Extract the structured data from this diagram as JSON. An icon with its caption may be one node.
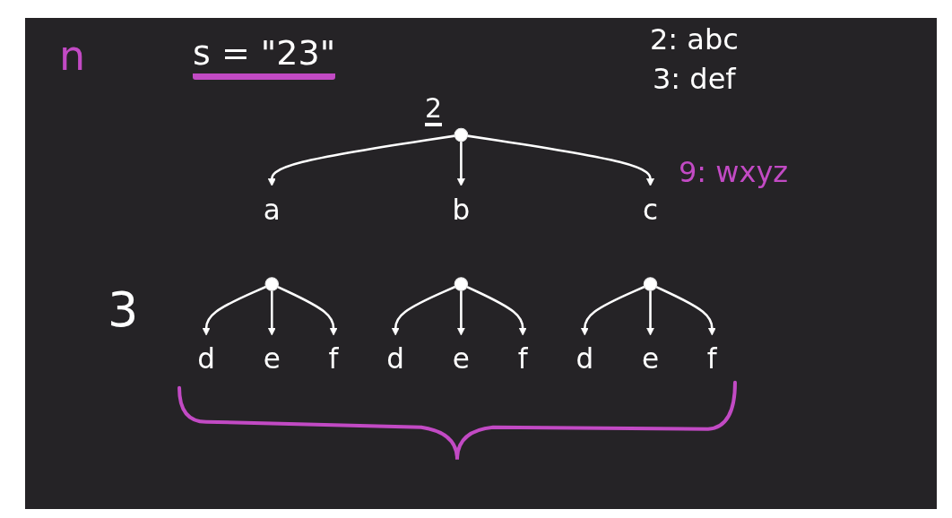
{
  "diagram": {
    "nodes": [
      {
        "text": [],
        "shape": "circle",
        "beside": [
          "2"
        ]
      },
      {
        "text": [
          "a"
        ]
      },
      {
        "text": [
          "b"
        ]
      },
      {
        "text": [
          "c"
        ]
      },
      {
        "text": [],
        "shape": "circle"
      },
      {
        "text": [],
        "shape": "circle"
      },
      {
        "text": [],
        "shape": "circle"
      },
      {
        "text": [
          "d"
        ]
      },
      {
        "text": [
          "e"
        ]
      },
      {
        "text": [
          "f"
        ]
      },
      {
        "text": [
          "d"
        ]
      },
      {
        "text": [
          "e"
        ]
      },
      {
        "text": [
          "f"
        ]
      },
      {
        "text": [
          "d"
        ]
      },
      {
        "text": [
          "e"
        ]
      },
      {
        "text": [
          "f"
        ]
      }
    ],
    "edges": [
      {
        "from": 0,
        "to": 1,
        "arrow": "to"
      },
      {
        "from": 0,
        "to": 2,
        "arrow": "to"
      },
      {
        "from": 0,
        "to": 3,
        "arrow": "to"
      },
      {
        "from": 4,
        "to": 7,
        "arrow": "to"
      },
      {
        "from": 4,
        "to": 8,
        "arrow": "to"
      },
      {
        "from": 4,
        "to": 9,
        "arrow": "to"
      },
      {
        "from": 5,
        "to": 10,
        "arrow": "to"
      },
      {
        "from": 5,
        "to": 11,
        "arrow": "to"
      },
      {
        "from": 5,
        "to": 12,
        "arrow": "to"
      },
      {
        "from": 6,
        "to": 13,
        "arrow": "to"
      },
      {
        "from": 6,
        "to": 14,
        "arrow": "to"
      },
      {
        "from": 6,
        "to": 15,
        "arrow": "to"
      }
    ],
    "labels": [
      "n",
      "s = \"23\"",
      "2: abc",
      "3: def",
      "9: wxyz",
      "3"
    ]
  }
}
